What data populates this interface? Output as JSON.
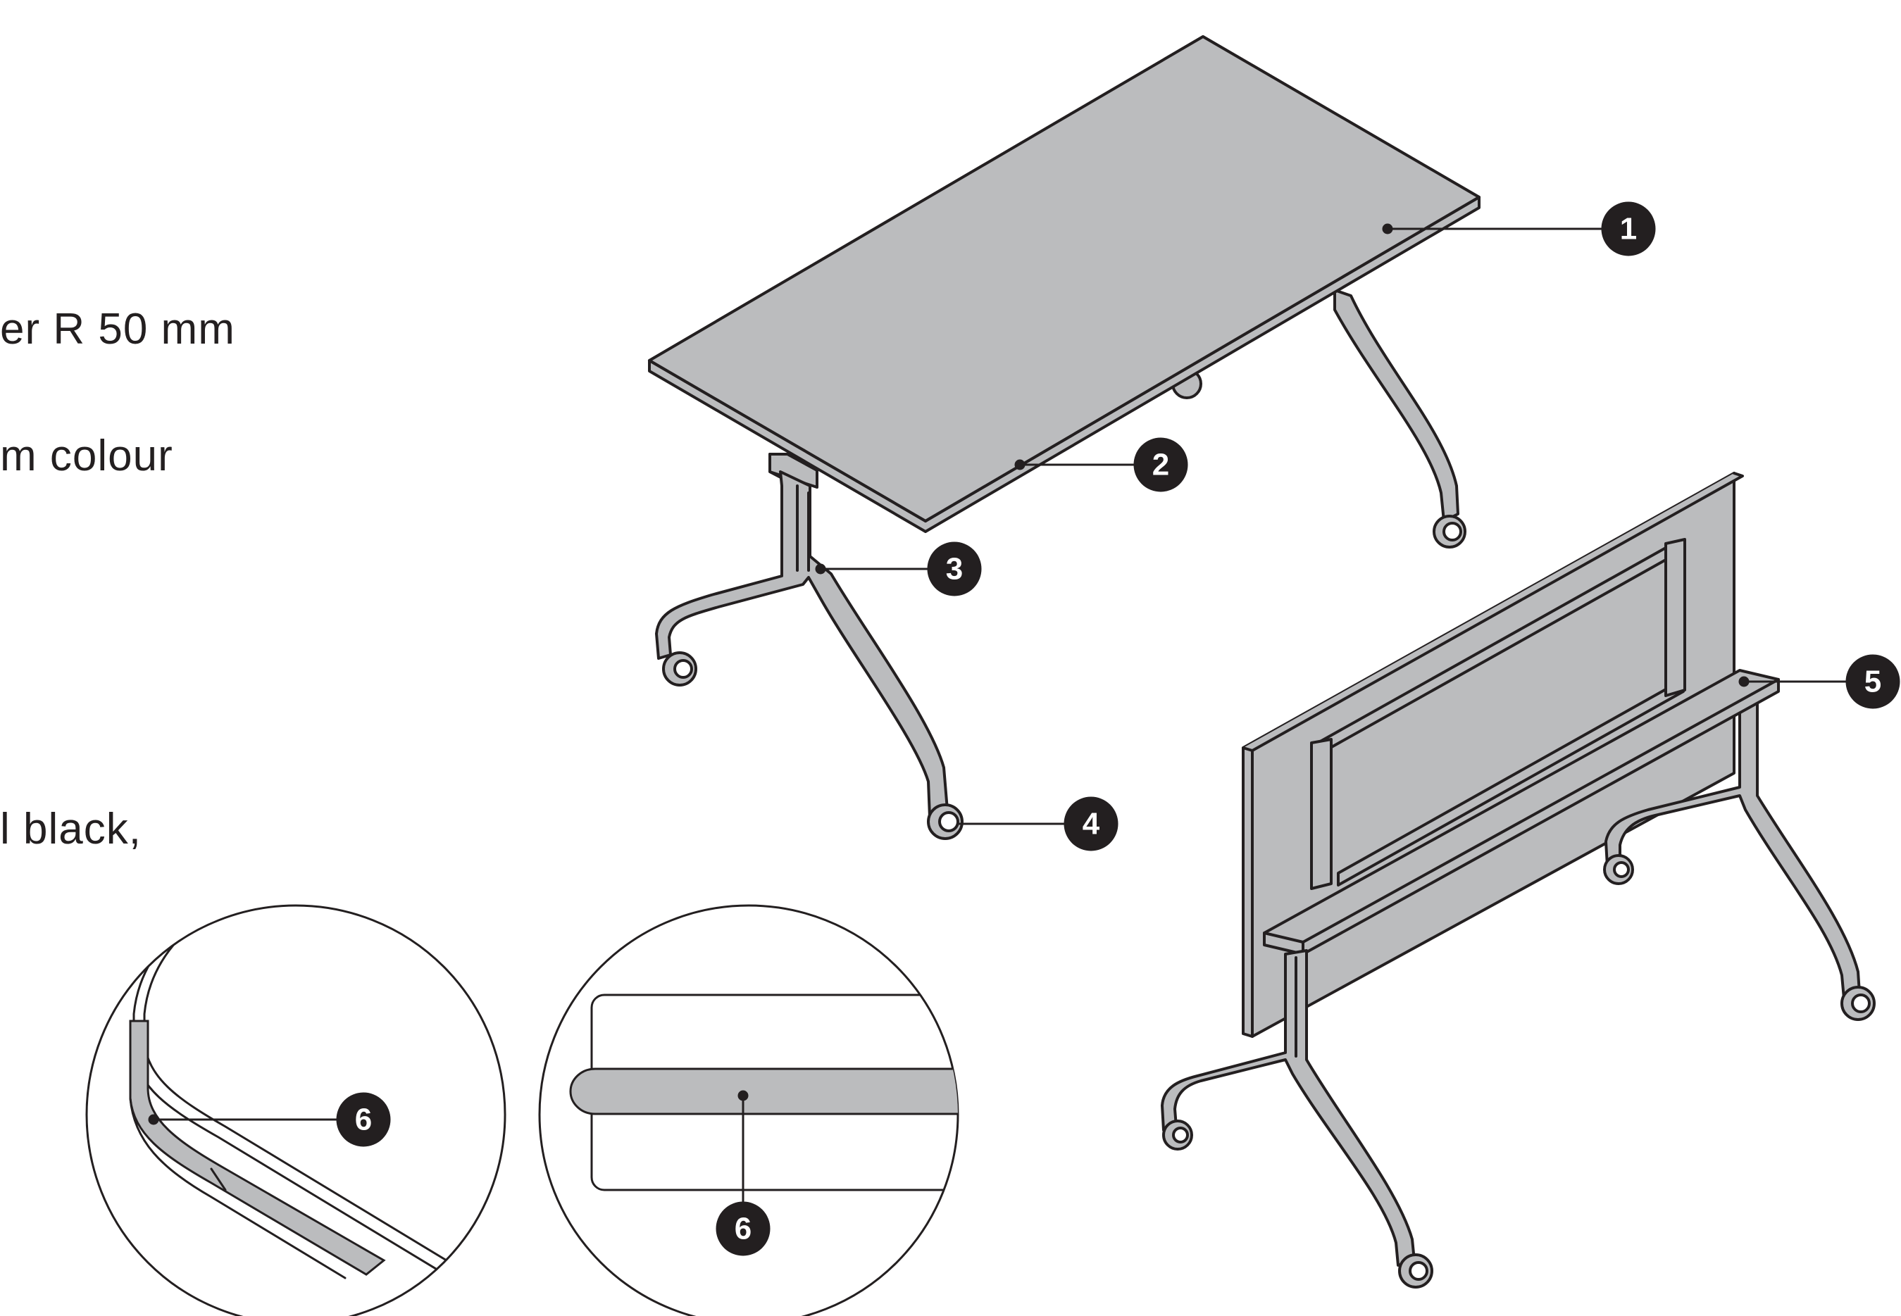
{
  "text_fragments": [
    "er R 50 mm",
    "m colour",
    "l black,"
  ],
  "callouts": [
    "1",
    "2",
    "3",
    "4",
    "5",
    "6",
    "6"
  ],
  "colors": {
    "line": "#231f20",
    "surface": "#bbbcbe",
    "background": "#ffffff",
    "marker": "#231f20"
  }
}
